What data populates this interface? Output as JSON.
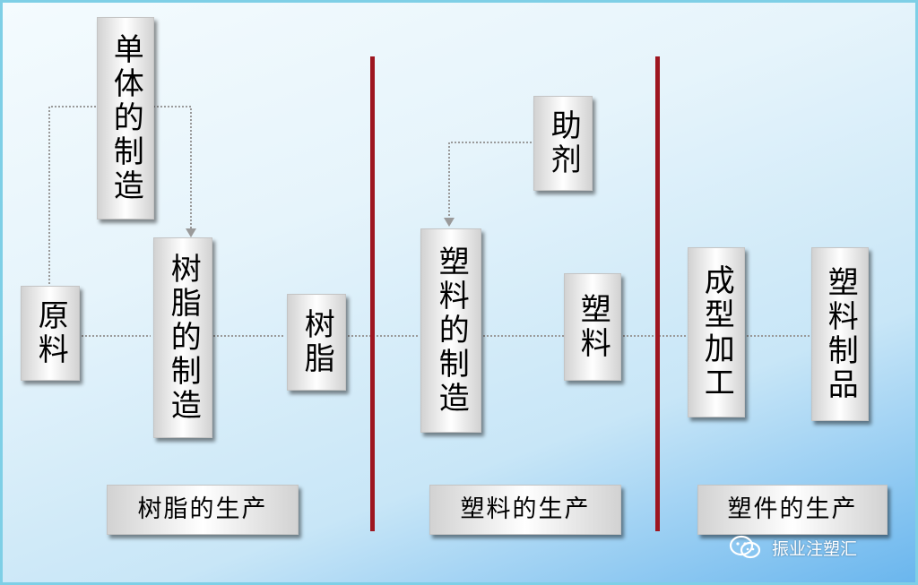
{
  "diagram": {
    "boxes": {
      "raw_material": "原料",
      "monomer_making": "单体的制造",
      "resin_making": "树脂的制造",
      "resin": "树脂",
      "additive": "助剂",
      "plastic_making": "塑料的制造",
      "plastic": "塑料",
      "molding": "成型加工",
      "plastic_products": "塑料制品"
    },
    "stages": {
      "resin_production": "树脂的生产",
      "plastic_production": "塑料的生产",
      "part_production": "塑件的生产"
    }
  },
  "watermark": {
    "text": "振业注塑汇",
    "icon": "wechat-icon"
  },
  "colors": {
    "divider": "#9e1620",
    "background_top": "#f4fbfe",
    "background_bottom": "#6ab6ee",
    "border": "#7ecfe6"
  }
}
